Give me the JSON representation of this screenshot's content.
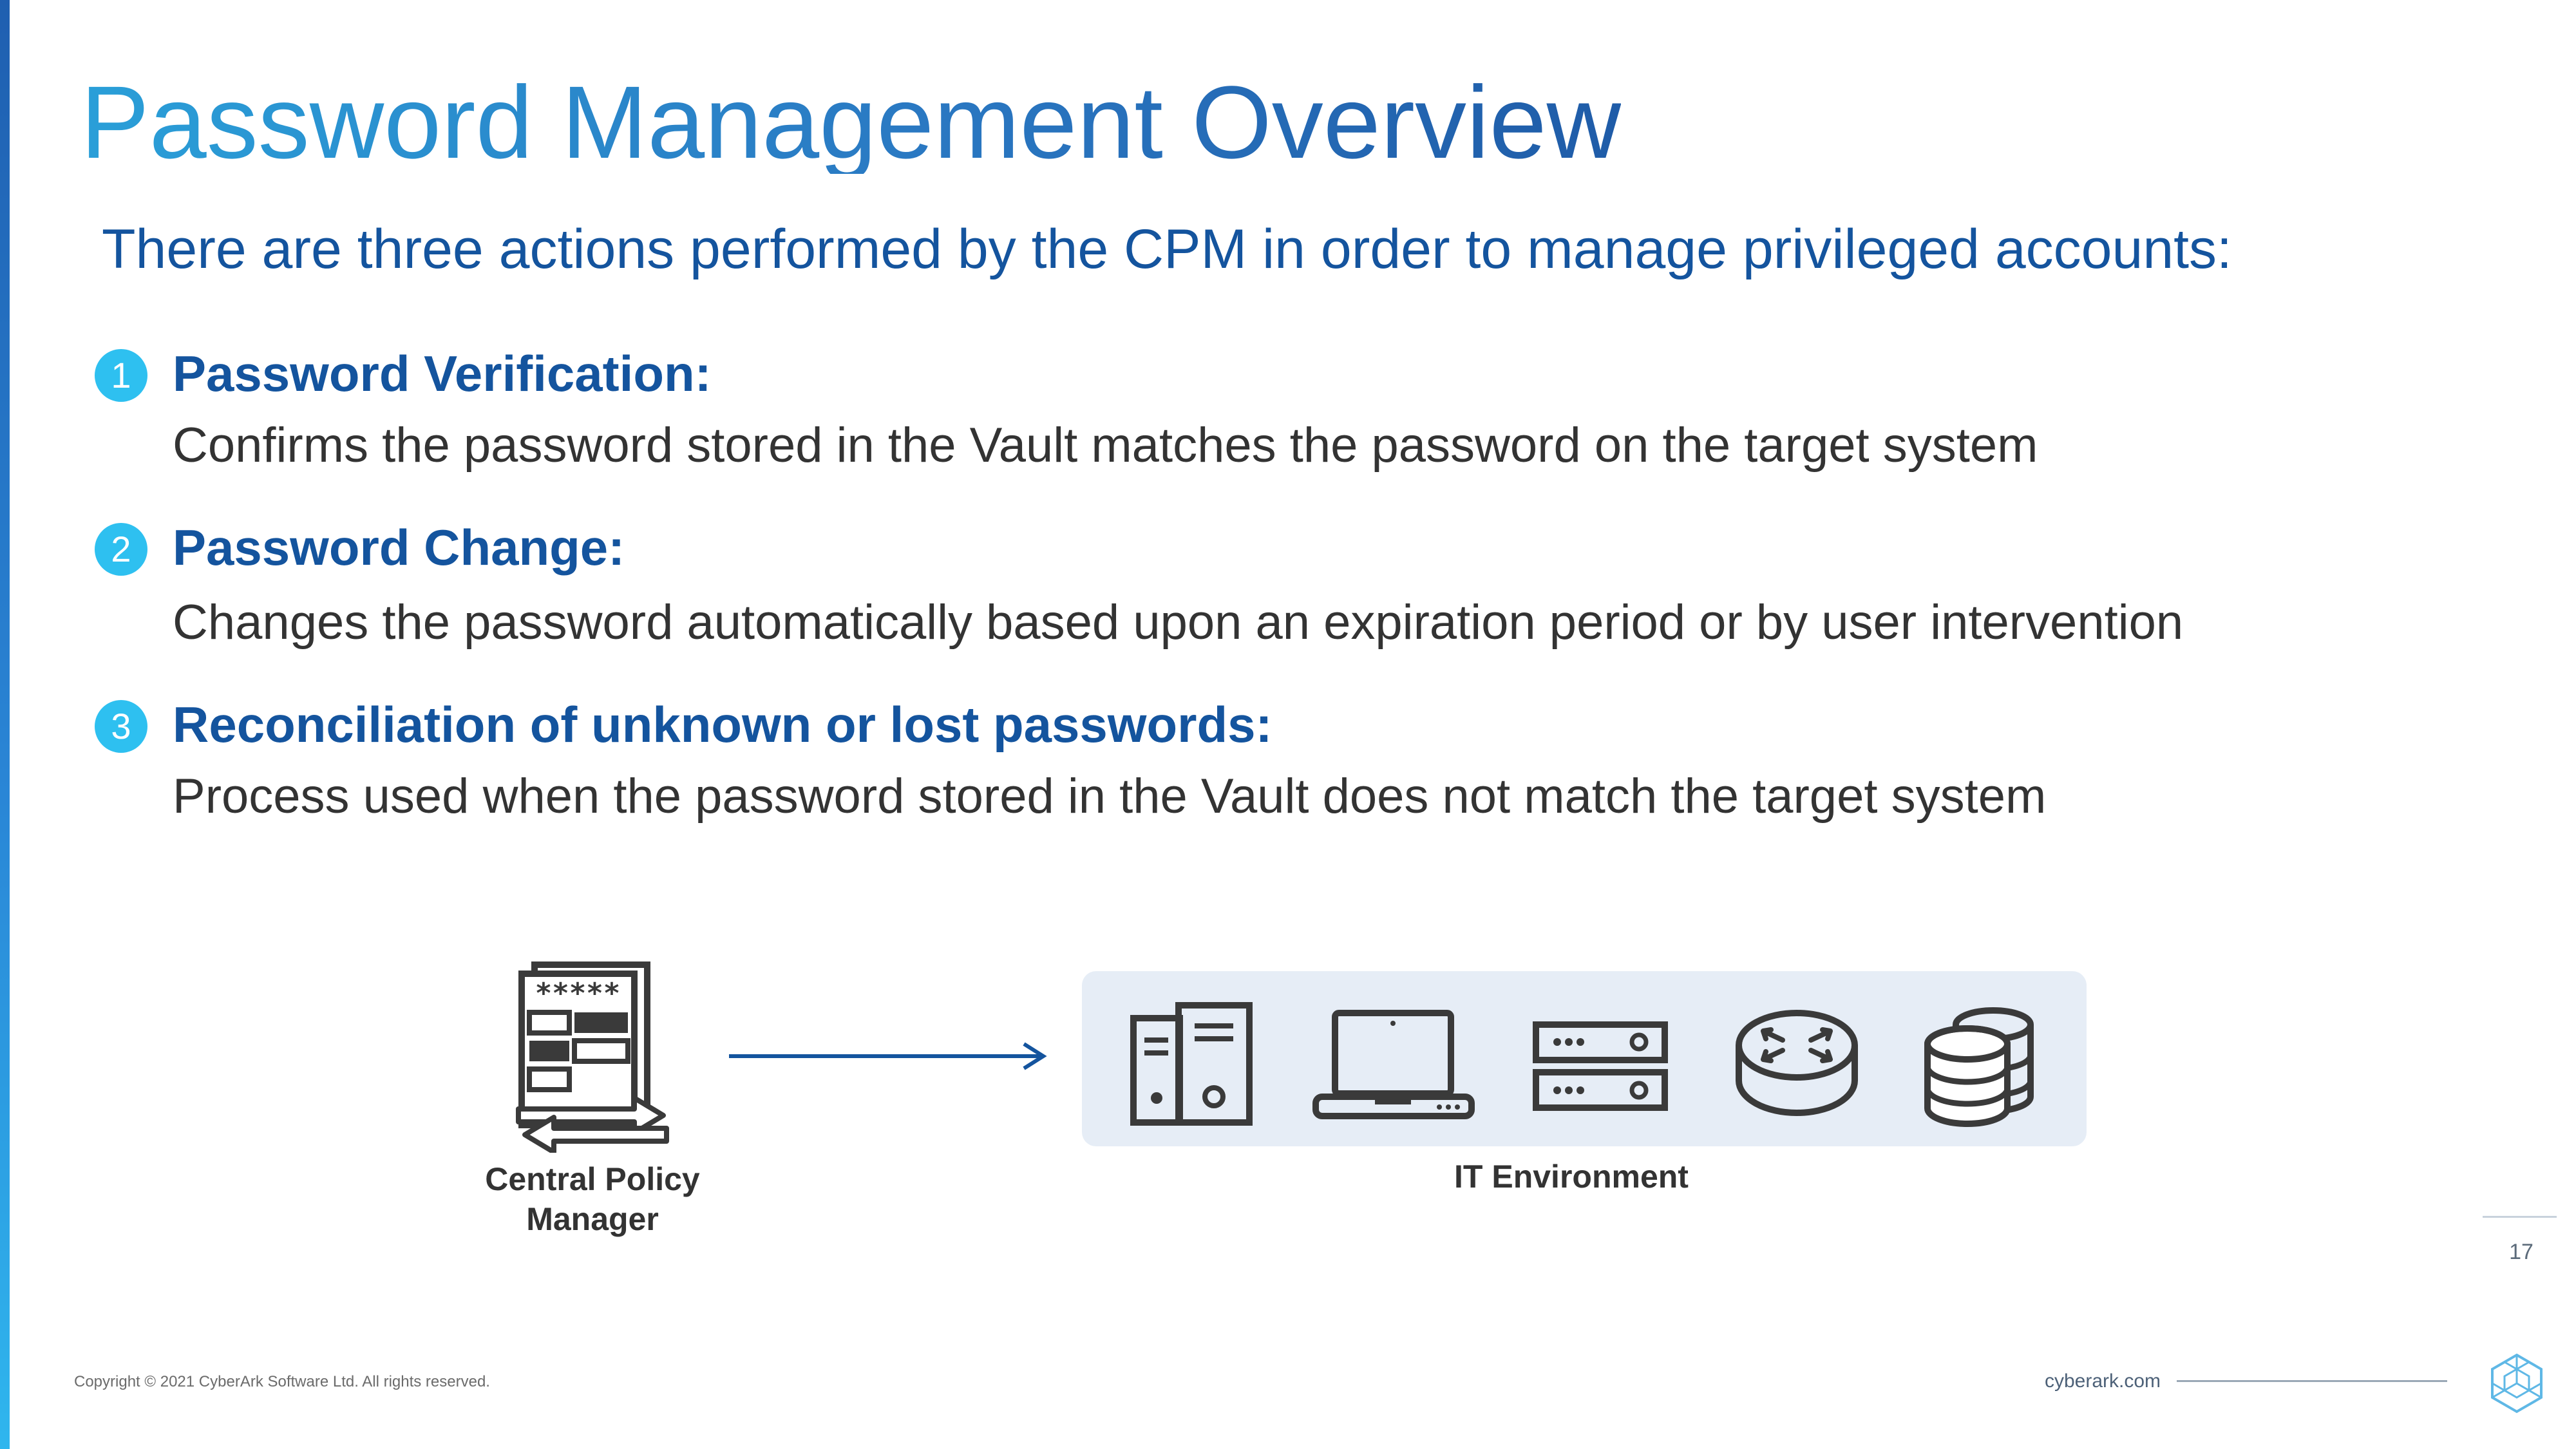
{
  "title": "Password Management Overview",
  "subtitle": "There are three actions performed by the CPM in order to manage privileged accounts:",
  "items": [
    {
      "number": "1",
      "title": "Password Verification:",
      "description": "Confirms the password stored in the Vault matches the password on the target system"
    },
    {
      "number": "2",
      "title": "Password Change:",
      "description": "Changes the password automatically based upon an expiration period or by user intervention"
    },
    {
      "number": "3",
      "title": "Reconciliation of unknown or lost passwords:",
      "description": "Process used when the password stored in the Vault does not match the target system"
    }
  ],
  "diagram": {
    "cpm_label_line1": "Central Policy",
    "cpm_label_line2": "Manager",
    "cpm_mask": "*****",
    "it_label": "IT Environment",
    "devices": [
      "server-tower-icon",
      "laptop-icon",
      "rack-server-icon",
      "router-icon",
      "database-icon"
    ]
  },
  "footer": {
    "page_number": "17",
    "copyright": "Copyright © 2021 CyberArk Software Ltd. All rights reserved.",
    "website": "cyberark.com"
  },
  "colors": {
    "title_gradient_start": "#2a9fd8",
    "title_gradient_end": "#1f5ca8",
    "heading_blue": "#14549e",
    "number_badge": "#2ec0f0",
    "body_text": "#333333",
    "it_panel_bg": "#e6edf6",
    "icon_dark": "#3a3a3a"
  }
}
